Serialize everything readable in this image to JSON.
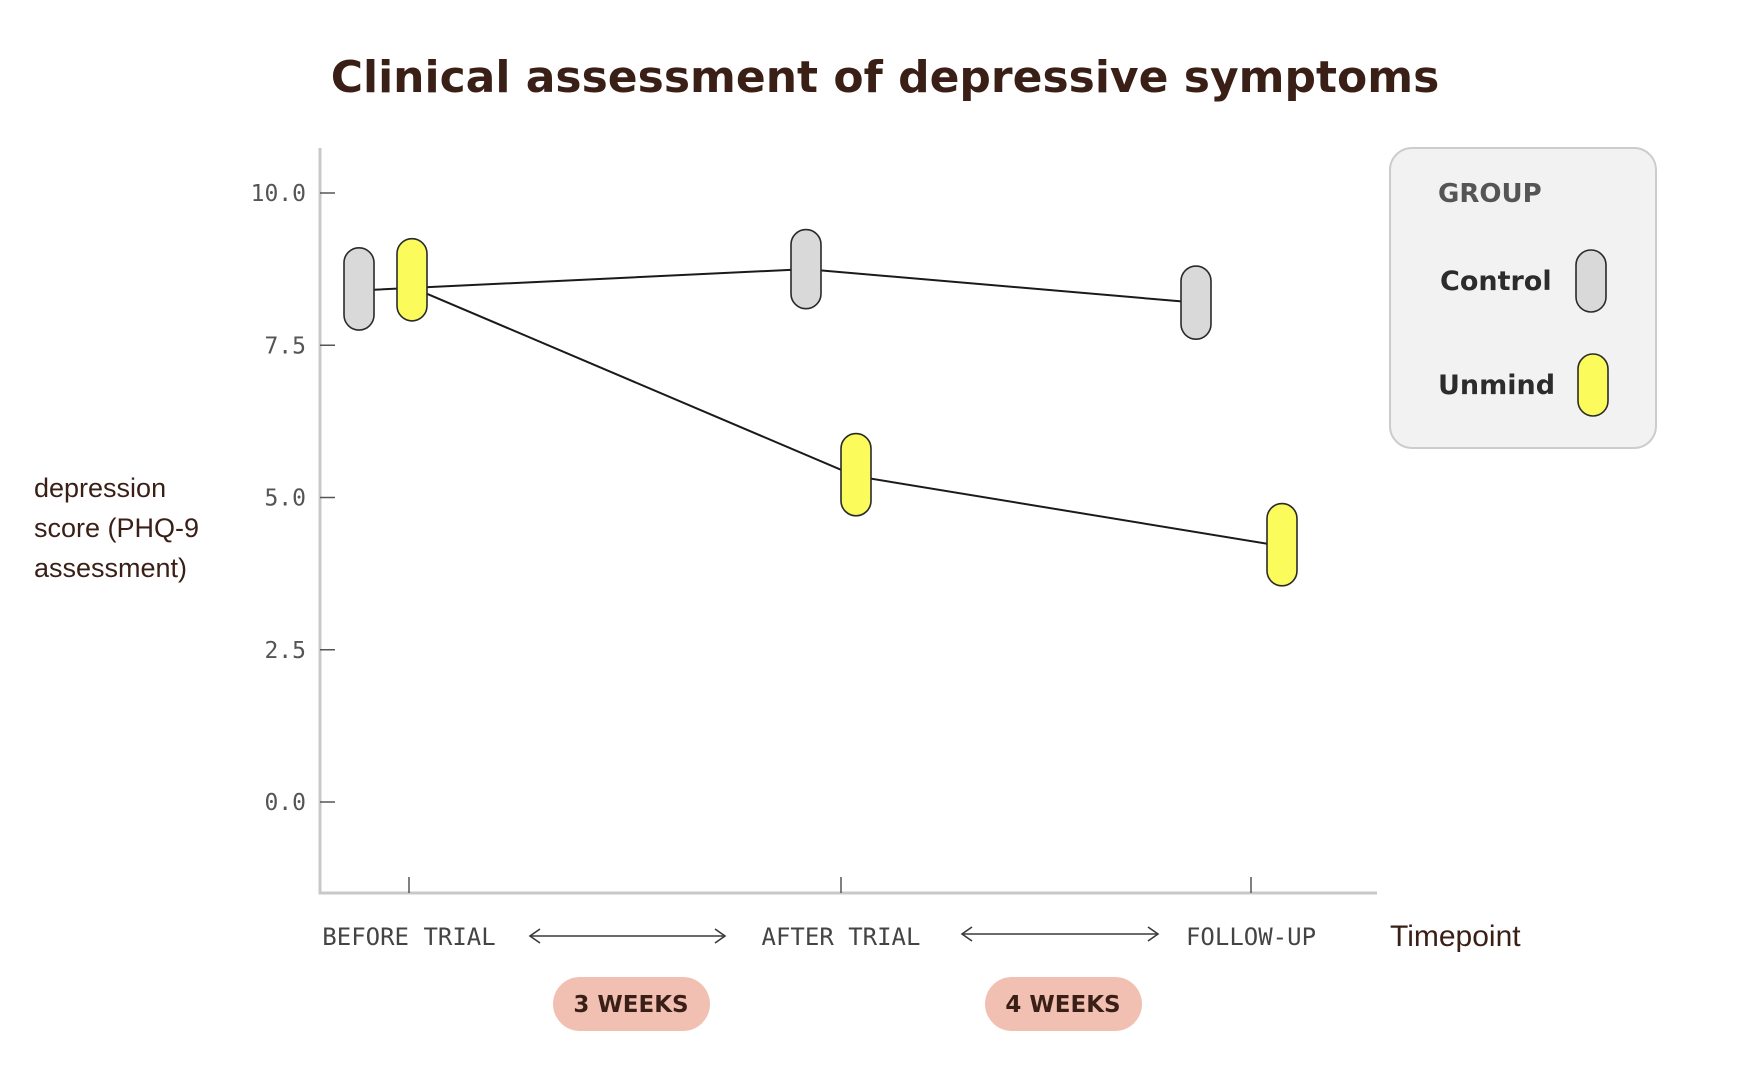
{
  "chart_data": {
    "type": "line",
    "title": "Clinical assessment of depressive symptoms",
    "ylabel_lines": [
      "depression",
      "score (PHQ-9",
      "assessment)"
    ],
    "xlabel": "Timepoint",
    "ylim": [
      -1.5,
      10.7
    ],
    "yticks": [
      "0.0",
      "2.5",
      "5.0",
      "7.5",
      "10.0"
    ],
    "ytick_values": [
      0,
      2.5,
      5,
      7.5,
      10
    ],
    "categories": [
      "BEFORE TRIAL",
      "AFTER TRIAL",
      "FOLLOW-UP"
    ],
    "grid": false,
    "series": [
      {
        "name": "Control",
        "color": "#d9d9d9",
        "values": [
          8.4,
          8.75,
          8.2
        ],
        "ci_low": [
          7.75,
          8.1,
          7.6
        ],
        "ci_high": [
          9.1,
          9.4,
          8.8
        ]
      },
      {
        "name": "Unmind",
        "color": "#fbfb5c",
        "values": [
          8.45,
          5.35,
          4.2
        ],
        "ci_low": [
          7.9,
          4.7,
          3.55
        ],
        "ci_high": [
          9.25,
          6.05,
          4.9
        ]
      }
    ],
    "legend": {
      "title": "GROUP",
      "position": "top-right"
    },
    "intervals": [
      "3 WEEKS",
      "4 WEEKS"
    ],
    "badge_color": "#f1c0b2"
  }
}
